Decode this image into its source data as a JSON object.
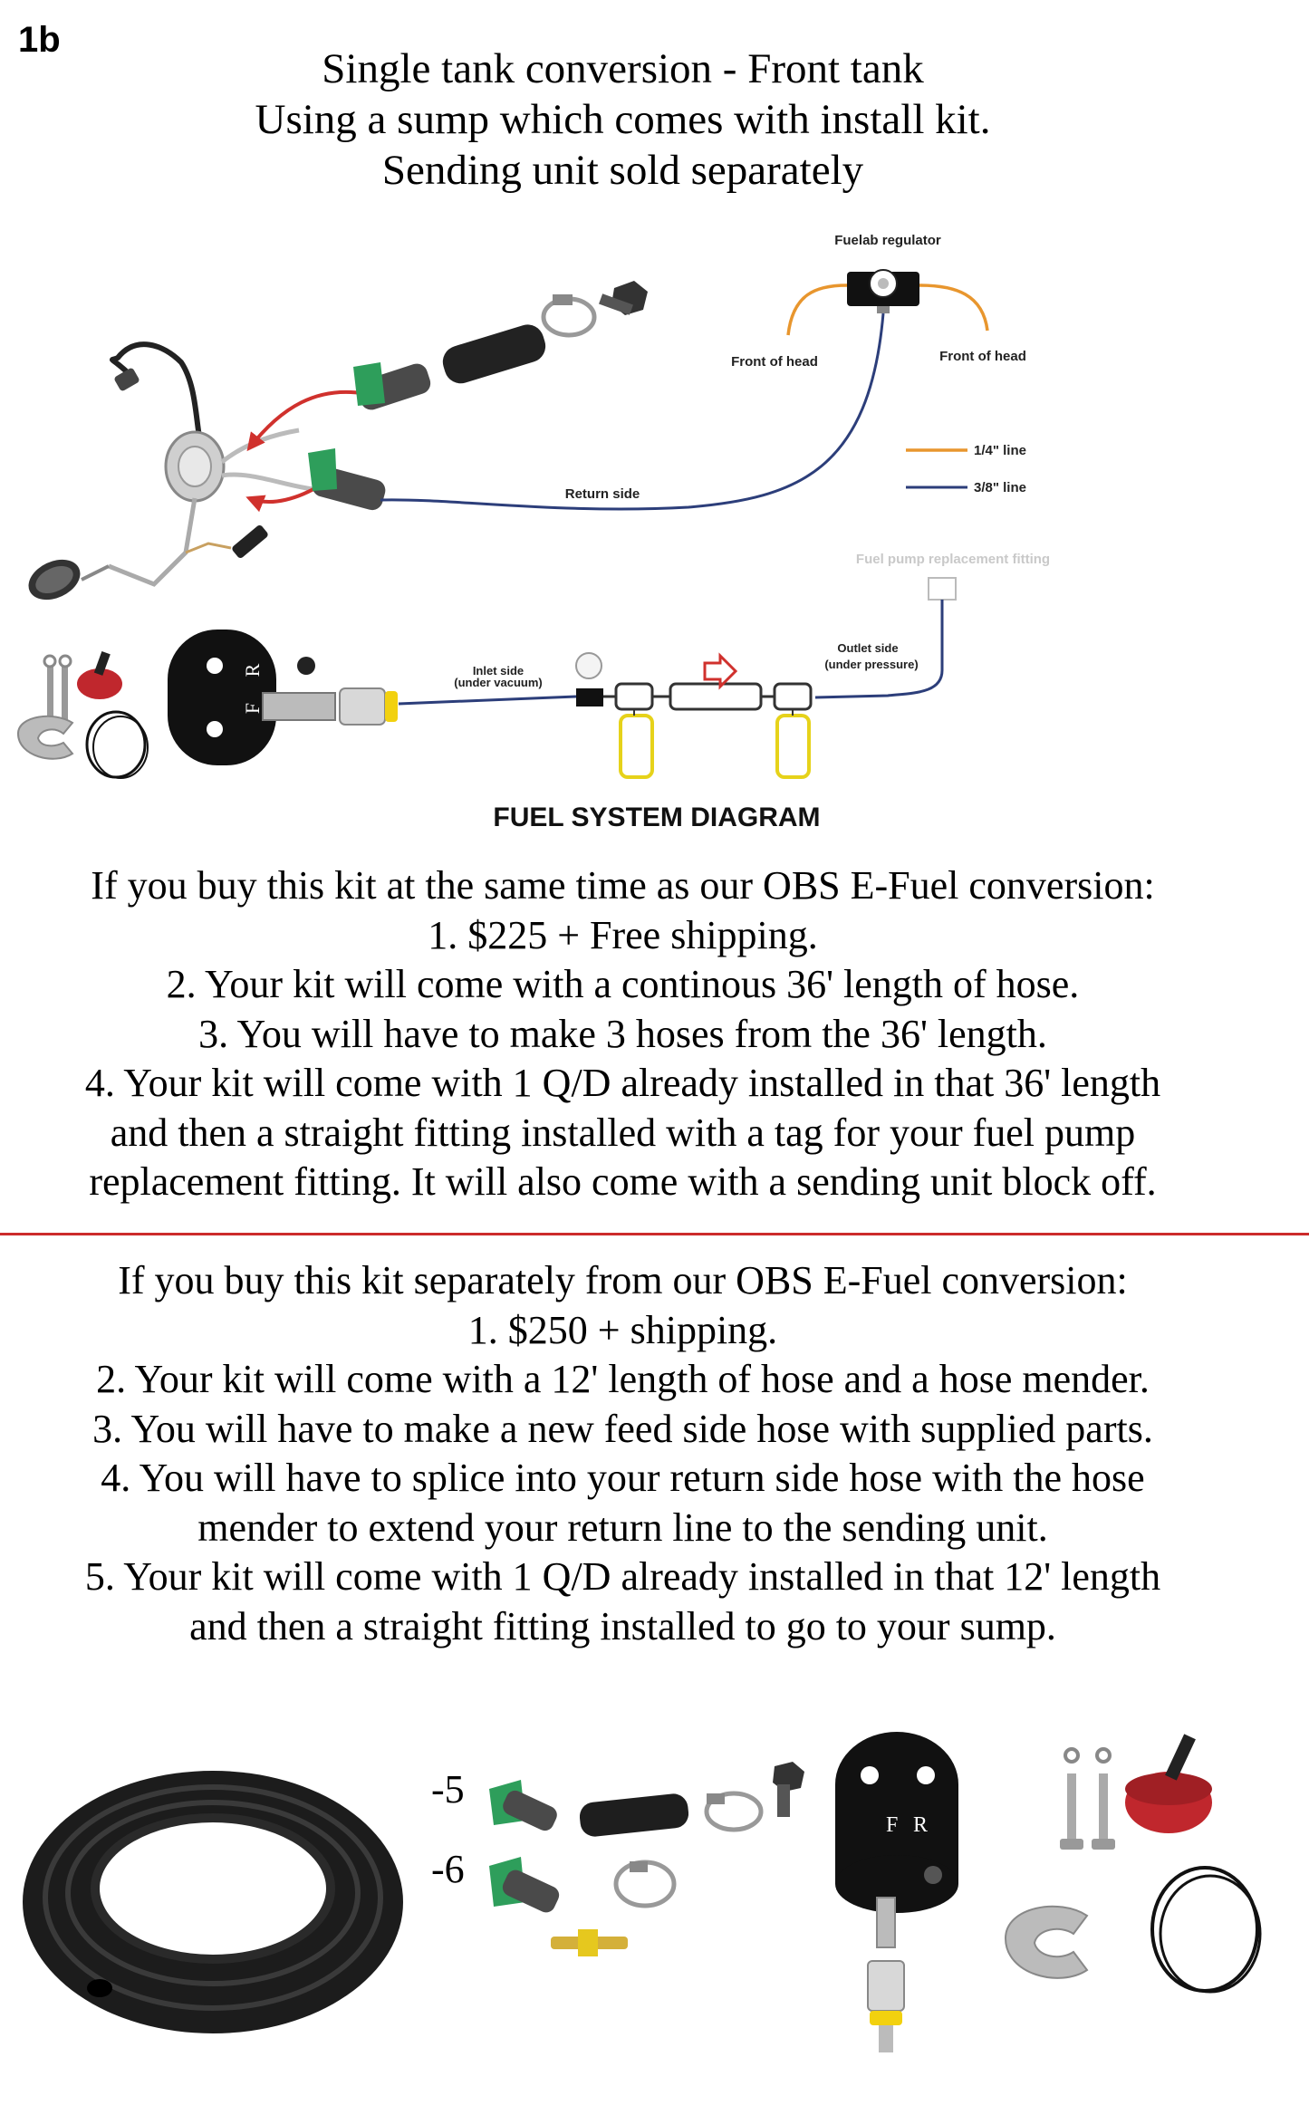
{
  "page_id": "1b",
  "title_lines": [
    "Single tank conversion - Front tank",
    "Using a sump which comes with install kit.",
    "Sending unit sold separately"
  ],
  "diagram": {
    "heading": "FUEL SYSTEM DIAGRAM",
    "labels": {
      "regulator": "Fuelab regulator",
      "front_of_head_left": "Front of head",
      "front_of_head_right": "Front of head",
      "return_side": "Return side",
      "legend_quarter": "1/4\" line",
      "legend_three_eighths": "3/8\" line",
      "replacement_fitting": "Fuel pump replacement fitting",
      "outlet_line1": "Outlet side",
      "outlet_line2": "(under pressure)",
      "inlet_line1": "Inlet side",
      "inlet_line2": "(under vacuum)",
      "sump_f": "F",
      "sump_r": "R"
    },
    "colors": {
      "quarter_line": "#e8962e",
      "three_eighths_line": "#2c3e7a",
      "arrow_red": "#d0312d",
      "fitting_green": "#2e9e5b",
      "filter_yellow": "#e6d21a"
    }
  },
  "block_1": [
    "If you buy this kit at the same time as our OBS E-Fuel conversion:",
    "1. $225 + Free shipping.",
    "2. Your kit will come with a continous 36' length of hose.",
    "3. You will have to make 3 hoses from the 36' length.",
    "4. Your kit will come with 1 Q/D already installed in that 36' length",
    "and then a straight fitting installed with a tag for your fuel pump",
    "replacement fitting. It will also come with a sending unit block off."
  ],
  "block_2": [
    "If you buy this kit separately from our OBS E-Fuel conversion:",
    "1. $250 + shipping.",
    "2. Your kit will come with a 12' length of hose and a hose mender.",
    "3. You will have to make a new feed side hose with supplied parts.",
    "4. You will have to splice into your return side hose with the hose",
    "mender to extend your return line to the sending unit.",
    "5. Your kit will come with 1 Q/D already installed in that 12' length",
    "and then a straight fitting installed to go to your sump."
  ],
  "parts": {
    "size_5": "-5",
    "size_6": "-6",
    "sump_f": "F",
    "sump_r": "R"
  }
}
